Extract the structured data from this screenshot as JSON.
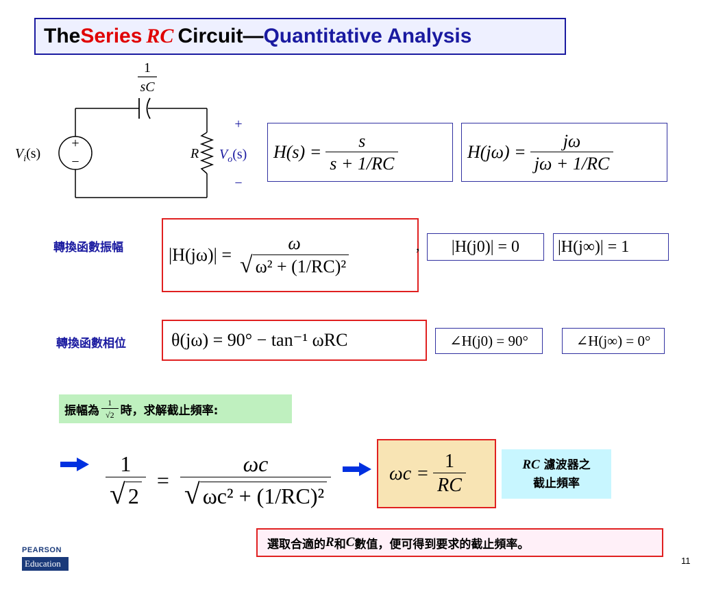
{
  "title": {
    "part1": "The ",
    "part2": "Series",
    "part3": "RC",
    "part4": " Circuit",
    "part5": "—",
    "part6": "Quantitative Analysis"
  },
  "circuit": {
    "cap_num": "1",
    "cap_den": "sC",
    "source_label": "V",
    "source_sub": "i",
    "source_arg": "(s)",
    "plus_symbol": "+",
    "minus_symbol": "−",
    "resistor_label": "R",
    "vout_label": "V",
    "vout_sub": "o",
    "vout_arg": "(s)",
    "vout_plus": "+",
    "vout_minus": "−"
  },
  "transfer": {
    "hs_lhs": "H(s) =",
    "hs_num": "s",
    "hs_den": "s + 1/RC",
    "hjw_lhs": "H(jω) =",
    "hjw_num": "jω",
    "hjw_den": "jω + 1/RC"
  },
  "magnitude": {
    "label": "轉換函數振幅",
    "lhs": "|H(jω)| =",
    "num": "ω",
    "den": "ω² + (1/RC)²",
    "comma": ",",
    "h0": "|H(j0)| = 0",
    "hinf": "|H(j∞)| = 1"
  },
  "phase": {
    "label": "轉換函數相位",
    "expr": "θ(jω) = 90° − tan⁻¹ ωRC",
    "h0": "∠H(j0) = 90°",
    "hinf": "∠H(j∞) = 0°"
  },
  "cutoff_note": {
    "prefix": "振幅為",
    "frac_num": "1",
    "frac_den": "√2",
    "suffix": " 時，求解截止頻率:"
  },
  "solve": {
    "lhs_num": "1",
    "lhs_den": "2",
    "eq": "=",
    "rhs_num": "ωc",
    "rhs_den": "ωc² + (1/RC)²",
    "result_lhs": "ωc =",
    "result_num": "1",
    "result_den": "RC"
  },
  "rc_note": {
    "line1_rc": "RC",
    "line1_rest": " 濾波器之",
    "line2": "截止頻率"
  },
  "bottom_note": {
    "p1": "選取合適的",
    "r": "R",
    "p2": "和",
    "c": "C",
    "p3": "數值，便可得到要求的截止頻率。"
  },
  "logo": {
    "line1": "PEARSON",
    "line2": "Education"
  },
  "page_number": "11",
  "colors": {
    "title_blue": "#1a1aa0",
    "title_red": "#e00000",
    "arrow_blue": "#0030e0",
    "green_bg": "#bff0bf",
    "cyan_bg": "#c8f6ff",
    "result_bg": "#f8e4b4",
    "pink_bg": "#fff0f8",
    "red_border": "#e02020"
  }
}
